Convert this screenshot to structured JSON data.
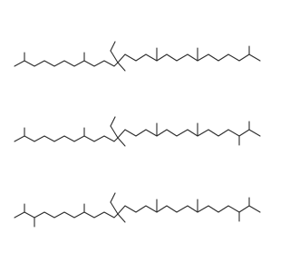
{
  "colors": {
    "background": "#ffffff",
    "bond": "#2b2b2b"
  },
  "molecules": [
    {
      "id": "molecule-1"
    },
    {
      "id": "molecule-2"
    },
    {
      "id": "molecule-3"
    }
  ]
}
